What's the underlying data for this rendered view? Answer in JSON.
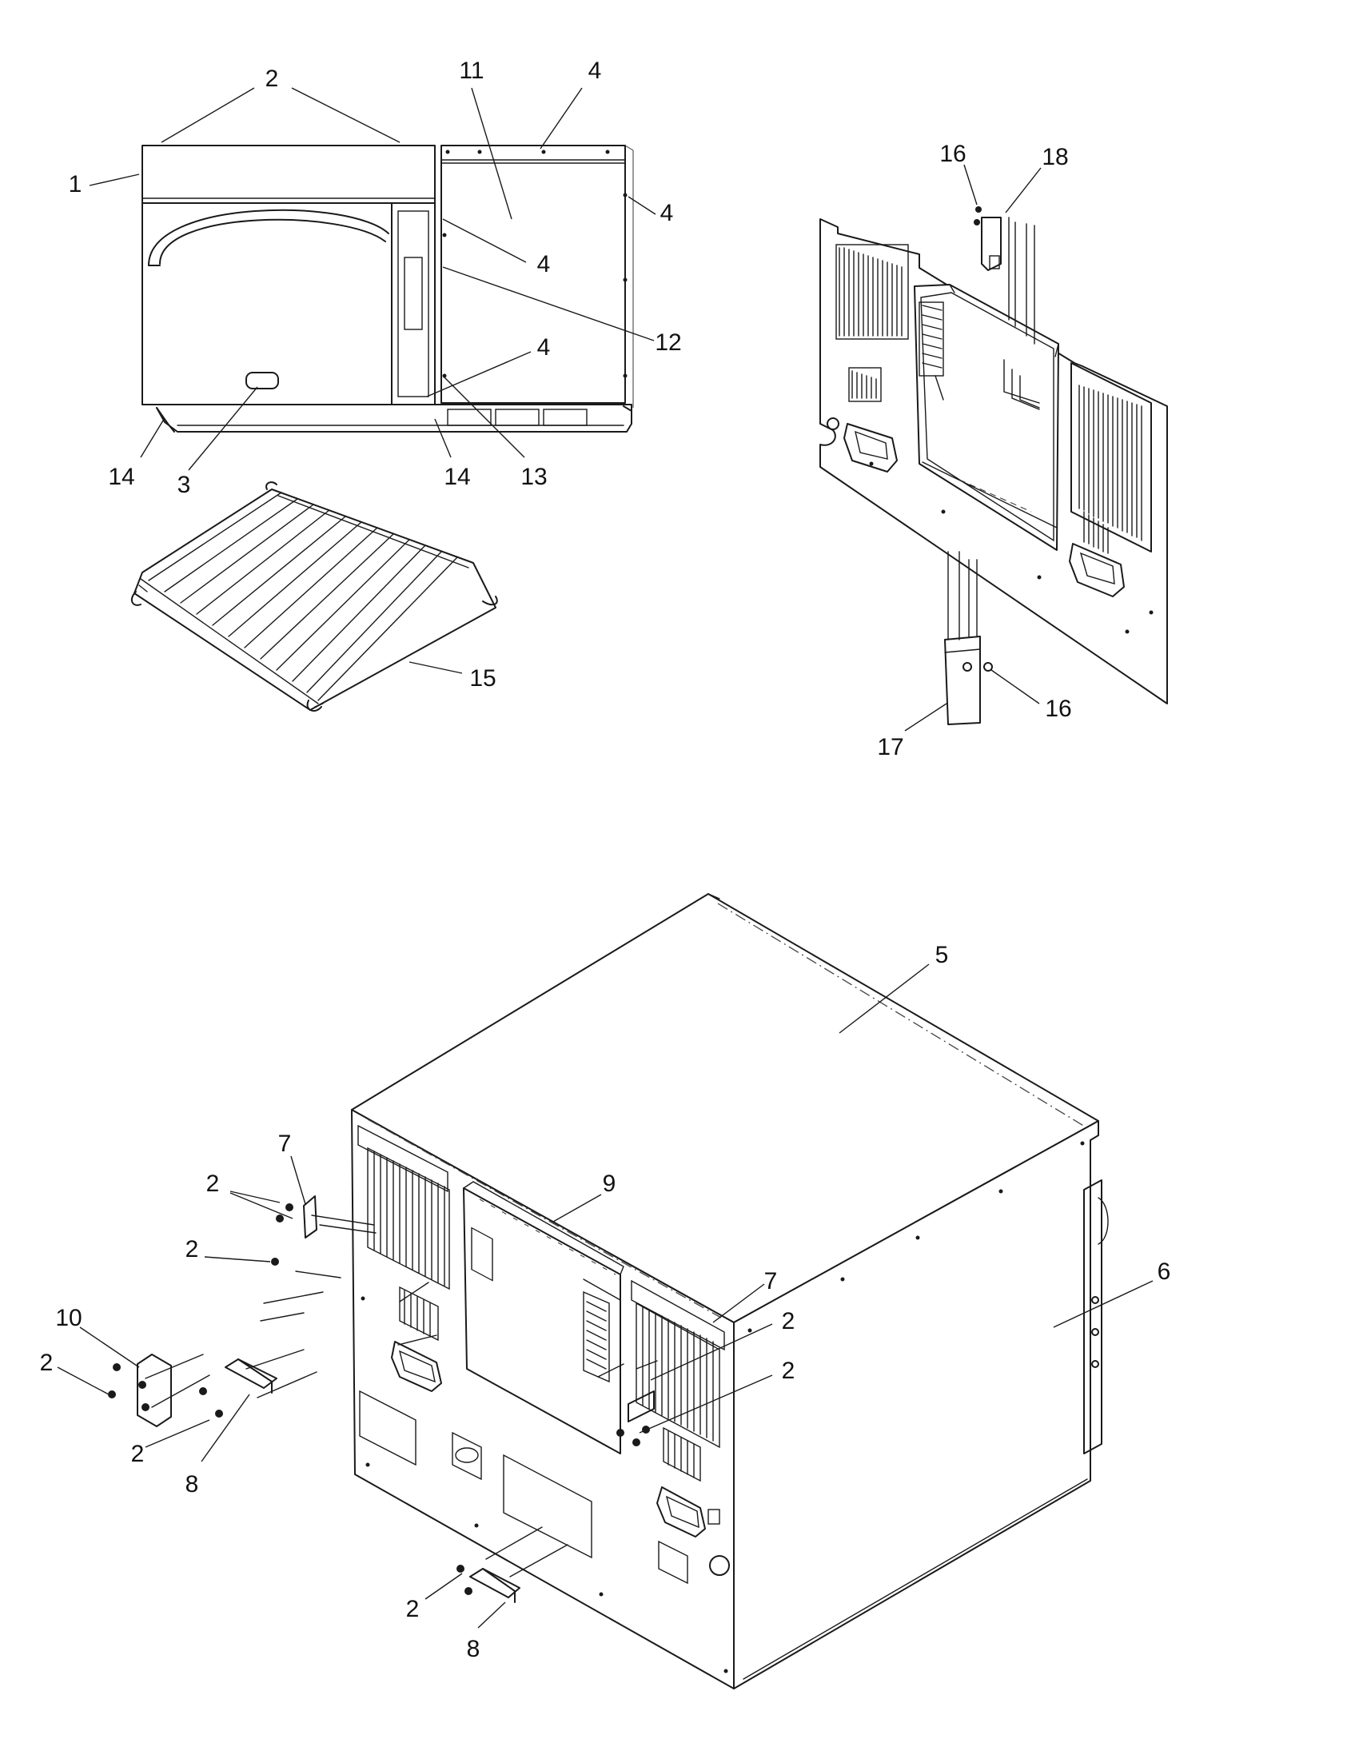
{
  "callouts": [
    {
      "text": "2"
    },
    {
      "text": "11"
    },
    {
      "text": "4"
    },
    {
      "text": "1"
    },
    {
      "text": "4"
    },
    {
      "text": "4"
    },
    {
      "text": "12"
    },
    {
      "text": "4"
    },
    {
      "text": "14"
    },
    {
      "text": "3"
    },
    {
      "text": "14"
    },
    {
      "text": "13"
    },
    {
      "text": "15"
    },
    {
      "text": "16"
    },
    {
      "text": "18"
    },
    {
      "text": "16"
    },
    {
      "text": "17"
    },
    {
      "text": "5"
    },
    {
      "text": "7"
    },
    {
      "text": "2"
    },
    {
      "text": "9"
    },
    {
      "text": "6"
    },
    {
      "text": "2"
    },
    {
      "text": "7"
    },
    {
      "text": "10"
    },
    {
      "text": "2"
    },
    {
      "text": "2"
    },
    {
      "text": "2"
    },
    {
      "text": "2"
    },
    {
      "text": "8"
    },
    {
      "text": "2"
    },
    {
      "text": "8"
    }
  ]
}
